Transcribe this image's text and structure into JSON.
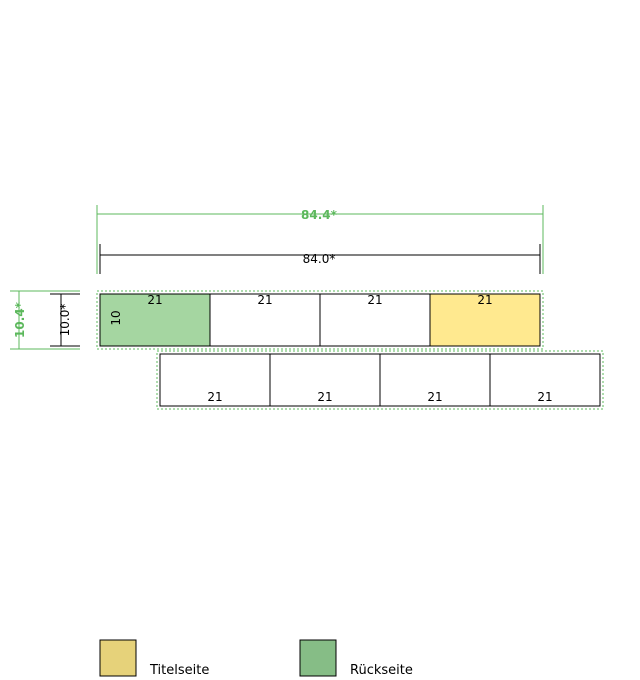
{
  "dimensions": {
    "outer_width_label": "84.4*",
    "inner_width_label": "84.0*",
    "outer_height_label": "10.4*",
    "inner_height_label": "10.0*",
    "panel_height_label": "10"
  },
  "strips": [
    {
      "panels": [
        {
          "label": "21",
          "role": "back"
        },
        {
          "label": "21",
          "role": "plain"
        },
        {
          "label": "21",
          "role": "plain"
        },
        {
          "label": "21",
          "role": "front"
        }
      ]
    },
    {
      "panels": [
        {
          "label": "21",
          "role": "plain"
        },
        {
          "label": "21",
          "role": "plain"
        },
        {
          "label": "21",
          "role": "plain"
        },
        {
          "label": "21",
          "role": "plain"
        }
      ]
    }
  ],
  "legend": [
    {
      "label": "Titelseite",
      "color": "#e6d27a"
    },
    {
      "label": "Rückseite",
      "color": "#86bd86"
    }
  ],
  "colors": {
    "front_fill": "#ffe98f",
    "back_fill": "#a5d6a1",
    "outer_dim": "#5cb85c",
    "line": "#000000"
  }
}
